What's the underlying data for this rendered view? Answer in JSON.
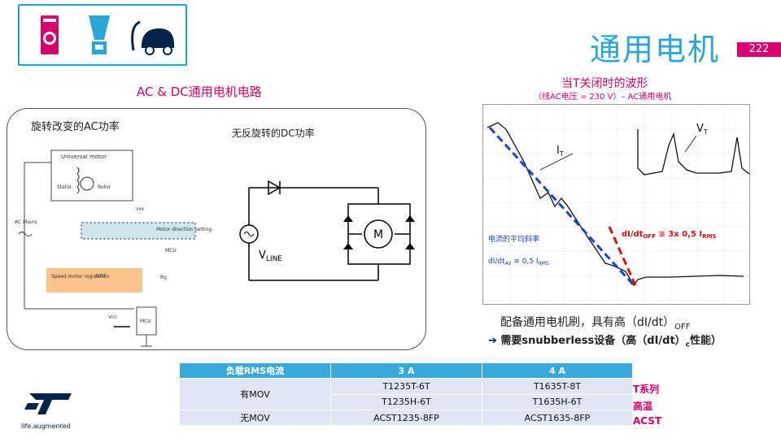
{
  "header": {
    "title": "通用电机",
    "page_number": "222"
  },
  "left": {
    "subtitle": "AC & DC通用电机电路",
    "ac_label": "旋转改变的AC功率",
    "dc_label": "无反旋转的DC功率",
    "schematic": {
      "universal_motor": "Universal motor",
      "stator": "Stator",
      "rotor": "Rotor",
      "ac_mains": "AC Mains",
      "motor_direction_setting": "Motor direction setting",
      "mcu": "MCU",
      "speed_motor_regulation": "Speed motor regulation",
      "acst": "ACST",
      "rg": "Rg",
      "vcc": "Vcc",
      "vdd": "Vdd"
    },
    "dc_circuit": {
      "motor": "M",
      "vline_main": "V",
      "vline_sub": "LINE"
    }
  },
  "scope": {
    "title": "当T关闭时的波形",
    "subtitle": "（线AC电压 = 230 V）– AC通用电机",
    "vt_main": "V",
    "vt_sub": "T",
    "it_main": "I",
    "it_sub": "T",
    "avg_slope_label": "电流的平均斜率",
    "didt_av_main": "dI/dt",
    "didt_av_sub": "AV",
    "didt_av_value": " ≅ 0,5 I",
    "didt_av_sub2": "RMS",
    "didt_off_main": "dI/dt",
    "didt_off_sub": "OFF",
    "didt_off_value": " ≅ 3x 0,5 I",
    "didt_off_sub2": "RMS",
    "dash_blue_color": "#1f3fd6",
    "dash_red_color": "#e01010"
  },
  "notes": {
    "line1_main": "配备通用电机刷，具有高（dI/dt）",
    "line1_sub": "OFF",
    "arrow": "➔",
    "line2_main": " 需要snubberless设备（高（dI/dt）",
    "line2_sub": "c",
    "line2_tail": "性能）"
  },
  "table": {
    "headers": [
      "负载RMS电流",
      "3 A",
      "4 A"
    ],
    "rows": [
      {
        "label": "有MOV",
        "c1": "T1235T-6T",
        "c2": "T1635T-8T"
      },
      {
        "label": "",
        "c1": "T1235H-6T",
        "c2": "T1635H-6T"
      },
      {
        "label": "无MOV",
        "c1": "ACST1235-8FP",
        "c2": "ACST1635-8FP"
      }
    ],
    "side_labels": [
      "T系列",
      "高温",
      "ACST"
    ]
  },
  "logo": {
    "tagline": "life.augmented",
    "brand_color": "#03234b"
  },
  "colors": {
    "accent_blue": "#2aa6d6",
    "accent_magenta": "#d6006e"
  }
}
